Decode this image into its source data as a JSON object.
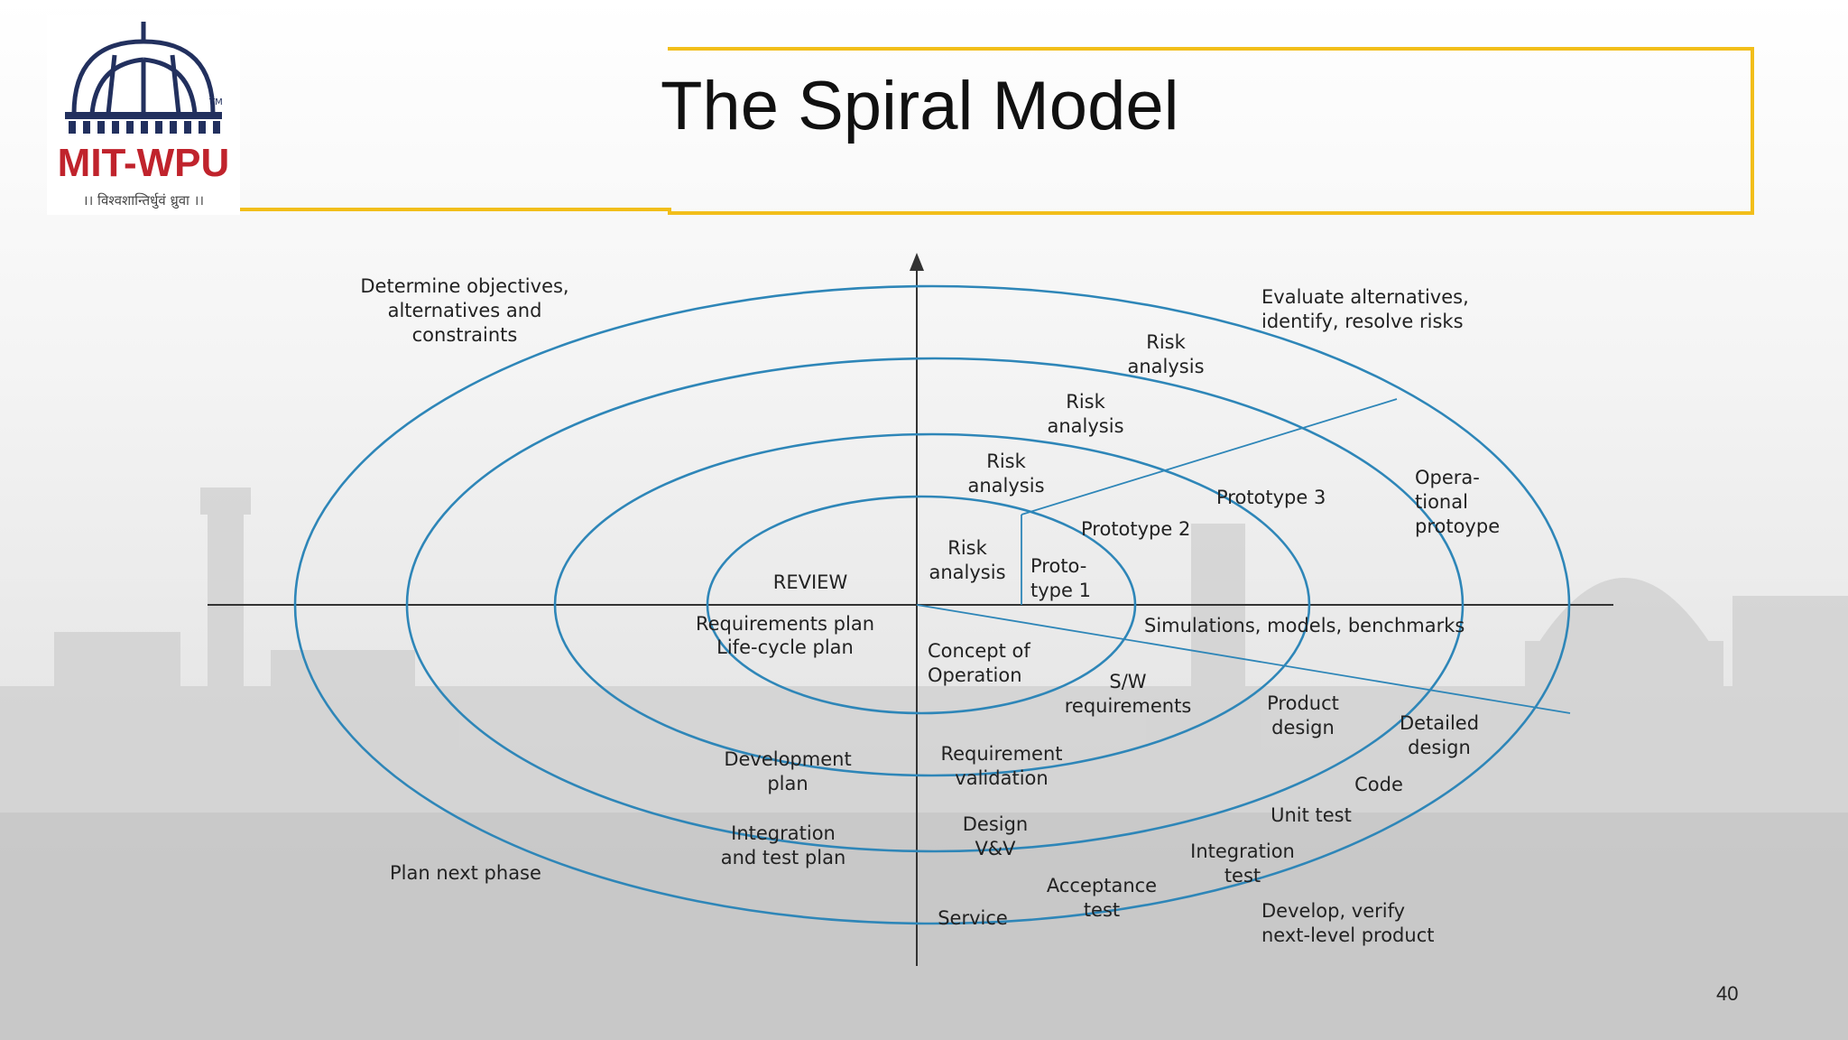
{
  "slide": {
    "title": "The Spiral Model",
    "page_number": "40"
  },
  "logo": {
    "name": "MIT-WPU",
    "trademark": "TM",
    "motto": "।। विश्वशान्तिर्धुवं ध्रुवा ।।"
  },
  "diagram": {
    "quadrants": {
      "top_left": "Determine objectives, alternatives and constraints",
      "top_right": "Evaluate alternatives, identify, resolve risks",
      "bottom_left": "Plan next phase",
      "bottom_right": "Develop, verify next-level product"
    },
    "labels": {
      "risk1": "Risk analysis",
      "risk2": "Risk analysis",
      "risk3": "Risk analysis",
      "risk4": "Risk analysis",
      "prototype1": "Proto- type 1",
      "prototype2": "Prototype 2",
      "prototype3": "Prototype 3",
      "operational": "Opera- tional protoype",
      "review": "REVIEW",
      "requirements_plan": "Requirements plan",
      "lifecycle_plan": "Life-cycle plan",
      "development_plan": "Development plan",
      "integration_plan": "Integration and test plan",
      "simulations": "Simulations, models, benchmarks",
      "concept": "Concept of Operation",
      "sw_requirements": "S/W requirements",
      "req_validation": "Requirement validation",
      "product_design": "Product design",
      "detailed_design": "Detailed design",
      "design_vv": "Design V&V",
      "code": "Code",
      "unit_test": "Unit test",
      "integration_test": "Integration test",
      "acceptance_test": "Acceptance test",
      "service": "Service"
    }
  },
  "colors": {
    "spiral": "#2e86b8",
    "accent_yellow": "#f2be1a",
    "logo_red": "#c0232c",
    "logo_navy": "#22305e"
  }
}
